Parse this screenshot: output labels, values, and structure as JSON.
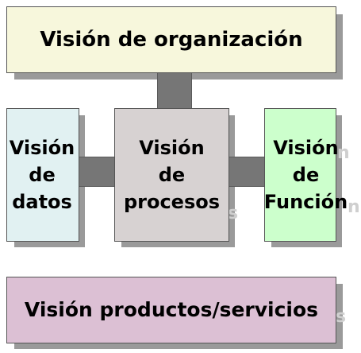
{
  "diagram": {
    "top": {
      "label": "Visión de organización",
      "color": "#f7f7dc"
    },
    "left": {
      "label": "Visión\nde\ndatos",
      "color": "#e1f1f2"
    },
    "center": {
      "label": "Visión\nde\nprocesos",
      "color": "#d7d2d2"
    },
    "right": {
      "label": "Visión\nde\nFunción",
      "color": "#ccffcc"
    },
    "bottom": {
      "label": "Visión productos/servicios",
      "color": "#dcc0d4"
    }
  }
}
